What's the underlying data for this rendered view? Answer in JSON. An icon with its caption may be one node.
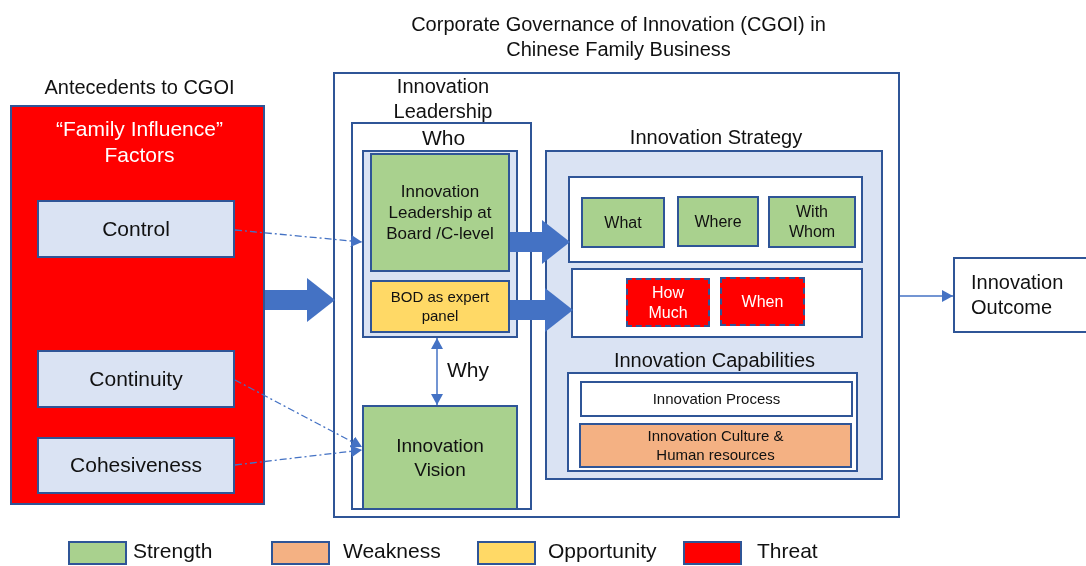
{
  "diagram": {
    "nodes": [
      {
        "text": [
          "Corporate Governance of Innovation (CGOI) in Chinese Family Business"
        ]
      },
      {
        "text": [
          "Antecedents to CGOI",
          "“Family Influence” Factors"
        ]
      },
      {
        "text": [
          "Control"
        ],
        "in": 1
      },
      {
        "text": [
          "Continuity"
        ],
        "in": 1
      },
      {
        "text": [
          "Cohesiveness"
        ],
        "in": 1
      },
      {
        "text": [
          "Innovation Leadership",
          "Who"
        ],
        "in": 0
      },
      {
        "text": [],
        "shape": "box",
        "in": 5
      },
      {
        "text": [
          "Innovation Leadership at Board /C-level"
        ],
        "in": 6
      },
      {
        "text": [
          "BOD as expert panel"
        ],
        "in": 6
      },
      {
        "text": [
          "Innovation Vision"
        ],
        "in": 5
      },
      {
        "text": [
          "Innovation Strategy"
        ],
        "in": 0
      },
      {
        "text": [],
        "shape": "box",
        "in": 10
      },
      {
        "text": [
          "What"
        ],
        "in": 11
      },
      {
        "text": [
          "Where"
        ],
        "in": 11
      },
      {
        "text": [
          "With Whom"
        ],
        "in": 11
      },
      {
        "text": [],
        "shape": "box",
        "in": 10
      },
      {
        "text": [
          "How Much"
        ],
        "in": 15
      },
      {
        "text": [
          "When"
        ],
        "in": 15
      },
      {
        "text": [
          "Innovation Capabilities"
        ],
        "in": 10
      },
      {
        "text": [
          "Innovation Process"
        ],
        "in": 18
      },
      {
        "text": [
          "Innovation Culture & Human resources"
        ],
        "in": 18
      },
      {
        "text": [
          "Innovation Outcome"
        ]
      }
    ],
    "edges": [
      {
        "from": 1,
        "to": 0,
        "arrow": "to",
        "style": "thick"
      },
      {
        "from": 2,
        "to": 6,
        "arrow": "to",
        "style": "dashed"
      },
      {
        "from": 3,
        "to": 9,
        "arrow": "to",
        "style": "dashed"
      },
      {
        "from": 4,
        "to": 9,
        "arrow": "to",
        "style": "dashed"
      },
      {
        "from": 7,
        "to": 11,
        "arrow": "to",
        "style": "thick"
      },
      {
        "from": 8,
        "to": 15,
        "arrow": "to",
        "style": "thick"
      },
      {
        "from": 6,
        "to": 9,
        "arrow": "both",
        "label": "Why"
      },
      {
        "from": 0,
        "to": 21,
        "arrow": "to"
      }
    ],
    "legend": [
      {
        "text": "Strength",
        "color": "#a9d18e"
      },
      {
        "text": "Weakness",
        "color": "#f4b183"
      },
      {
        "text": "Opportunity",
        "color": "#ffd966"
      },
      {
        "text": "Threat",
        "color": "#ff0000"
      }
    ]
  }
}
